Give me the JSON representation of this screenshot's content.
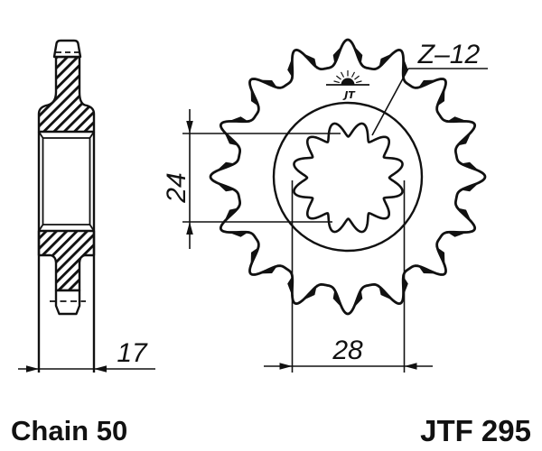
{
  "drawing": {
    "labels": {
      "teeth": "Z–12",
      "bore_height": "24",
      "spline_width": "28",
      "hub_width": "17"
    },
    "logo_text": "JT",
    "footer": {
      "chain": "Chain 50",
      "part_number": "JTF 295"
    },
    "colors": {
      "ink": "#111111",
      "paper": "#ffffff"
    }
  }
}
